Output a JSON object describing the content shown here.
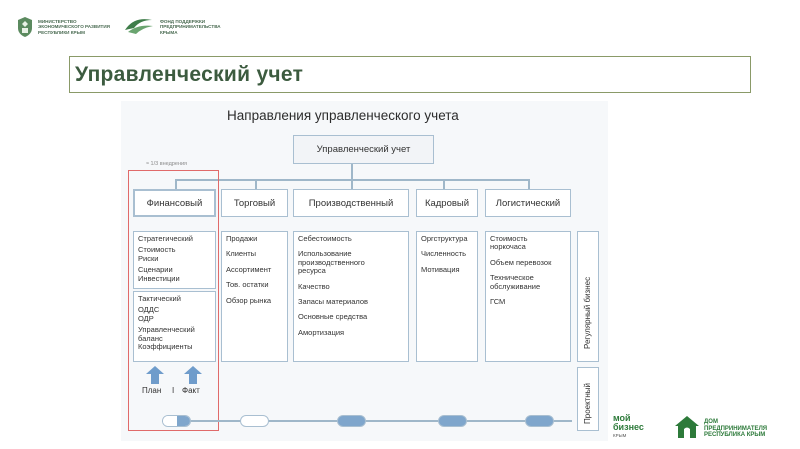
{
  "header": {
    "ministry_lines": [
      "МИНИСТЕРСТВО",
      "ЭКОНОМИЧЕСКОГО РАЗВИТИЯ",
      "РЕСПУБЛИКИ КРЫМ"
    ],
    "fund_lines": [
      "ФОНД ПОДДЕРЖКИ",
      "ПРЕДПРИНИМАТЕЛЬСТВА",
      "КРЫМА"
    ]
  },
  "slide_title": "Управленческий учет",
  "diagram": {
    "title": "Направления управленческого учета",
    "root": "Управленческий учет",
    "note": "≈ 1/3 внедрения",
    "categories": [
      {
        "label": "Финансовый",
        "groups": [
          [
            "Стратегический",
            "Стоимость",
            "Риски",
            "Сценарии",
            "Инвестиции"
          ],
          [
            "Тактический",
            "ОДДС",
            "ОДР",
            "Управленческий",
            "баланс",
            "Коэффициенты"
          ]
        ]
      },
      {
        "label": "Торговый",
        "items": [
          "Продажи",
          "Клиенты",
          "Ассортимент",
          "Тов. остатки",
          "Обзор рынка"
        ]
      },
      {
        "label": "Производственный",
        "items": [
          "Себестоимость",
          "Использование производственного ресурса",
          "Качество",
          "Запасы материалов",
          "Основные средства",
          "Амортизация"
        ]
      },
      {
        "label": "Кадровый",
        "items": [
          "Оргструктура",
          "Численность",
          "Мотивация"
        ]
      },
      {
        "label": "Логистический",
        "items": [
          "Стоимость норкочаса",
          "Объем перевозок",
          "Техническое обслуживание",
          "ГСМ"
        ]
      }
    ],
    "side_labels": {
      "regular": "Регулярный бизнес",
      "project": "Проектный"
    },
    "arrows": {
      "plan": "План",
      "separator": "I",
      "fact": "Факт"
    }
  },
  "footer": {
    "moy_biznes": [
      "мой",
      "бизнес",
      "КРЫМ"
    ],
    "dom_lines": [
      "ДОМ",
      "ПРЕДПРИНИМАТЕЛЯ",
      "РЕСПУБЛИКА КРЫМ"
    ]
  },
  "colors": {
    "title_text": "#3c5b3f",
    "title_border": "#8a9a68",
    "box_border": "#a9bfd1",
    "pill_blue": "#7fa6cc",
    "arrow_blue": "#6f9ccb",
    "red_frame": "#e06a6a",
    "brand_green": "#2d7a3a"
  }
}
